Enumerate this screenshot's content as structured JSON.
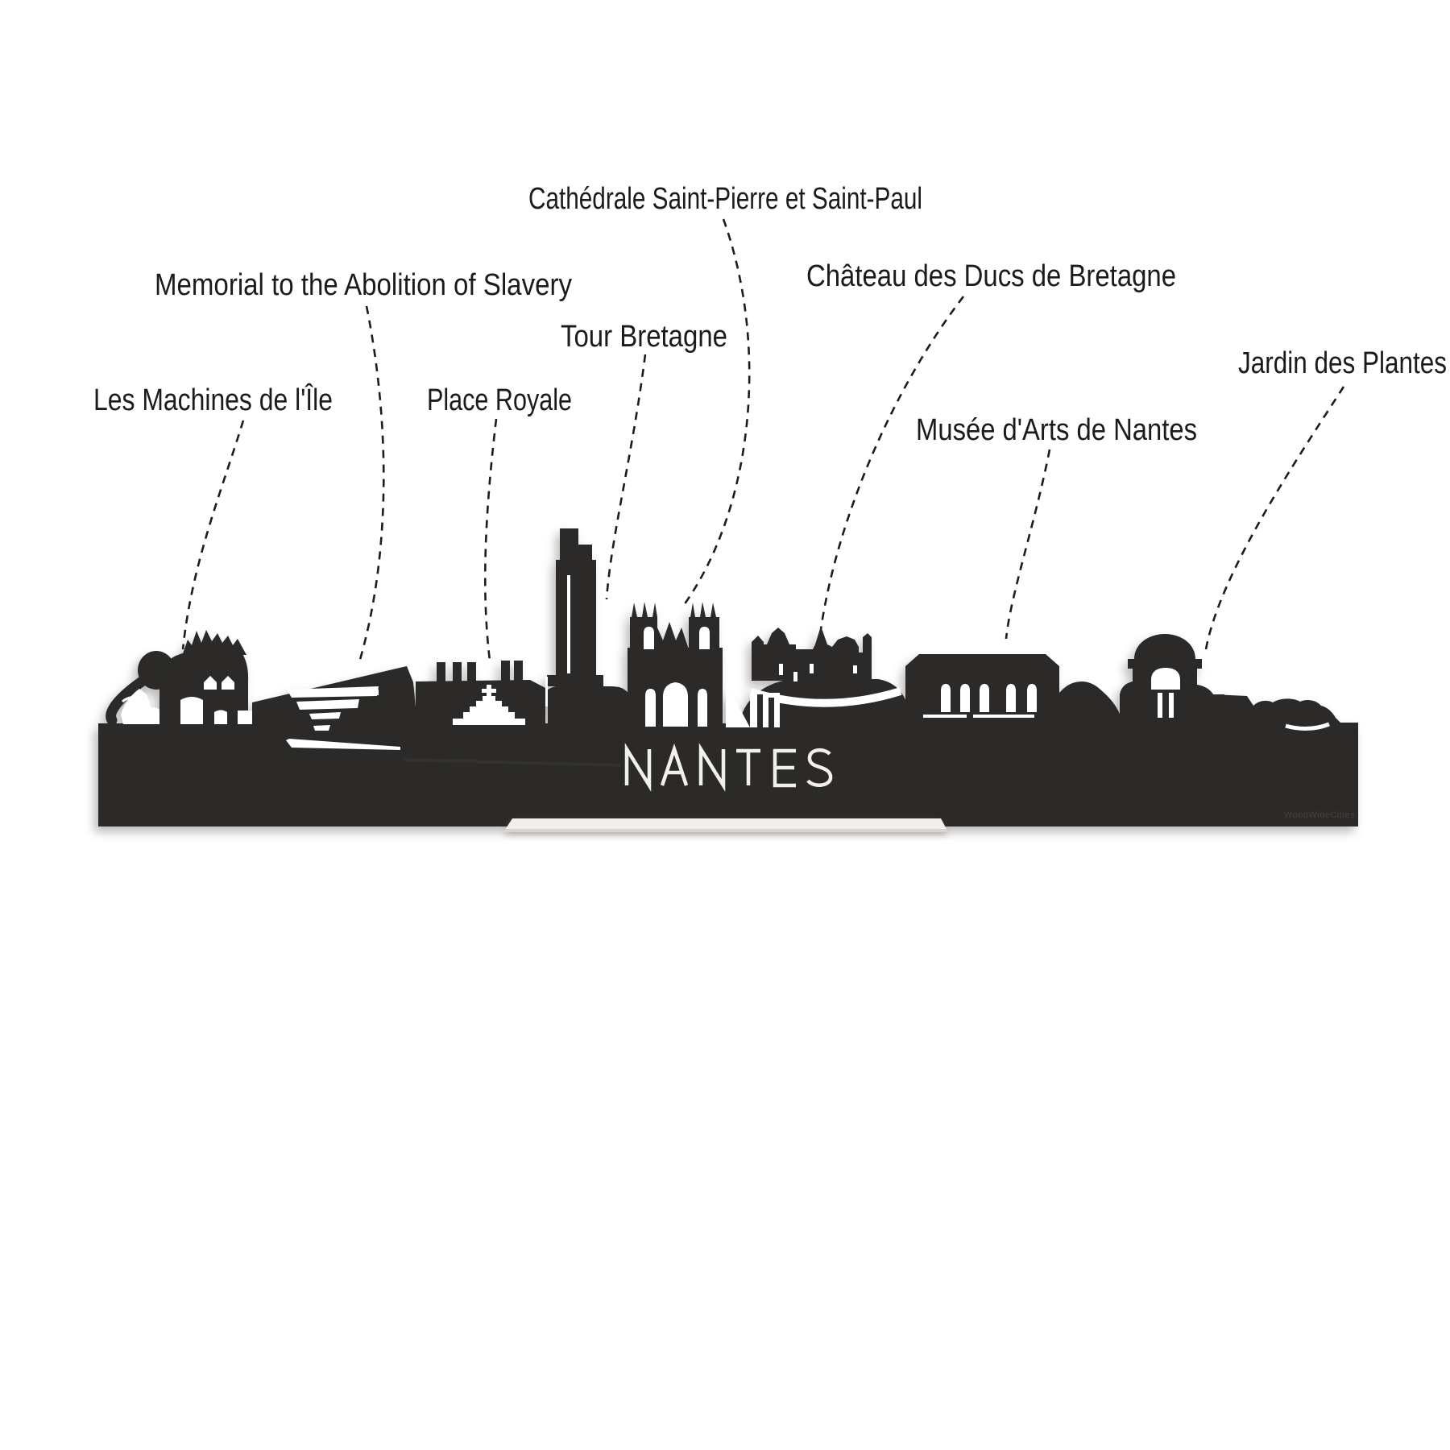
{
  "background_color": "#ffffff",
  "silhouette_color": "#2b2a28",
  "stand_color": "#f3edec",
  "line_color": "#1c1c1c",
  "skyline": {
    "city_name": "NANTES",
    "watermark": "WoodWideCities"
  },
  "labels": [
    {
      "text": "Cathédrale Saint-Pierre et Saint-Paul"
    },
    {
      "text": "Memorial to the Abolition of Slavery"
    },
    {
      "text": "Château des Ducs de Bretagne"
    },
    {
      "text": "Tour Bretagne"
    },
    {
      "text": "Jardin des Plantes"
    },
    {
      "text": "Les Machines de l'Île"
    },
    {
      "text": "Place Royale"
    },
    {
      "text": "Musée d'Arts de Nantes"
    }
  ]
}
